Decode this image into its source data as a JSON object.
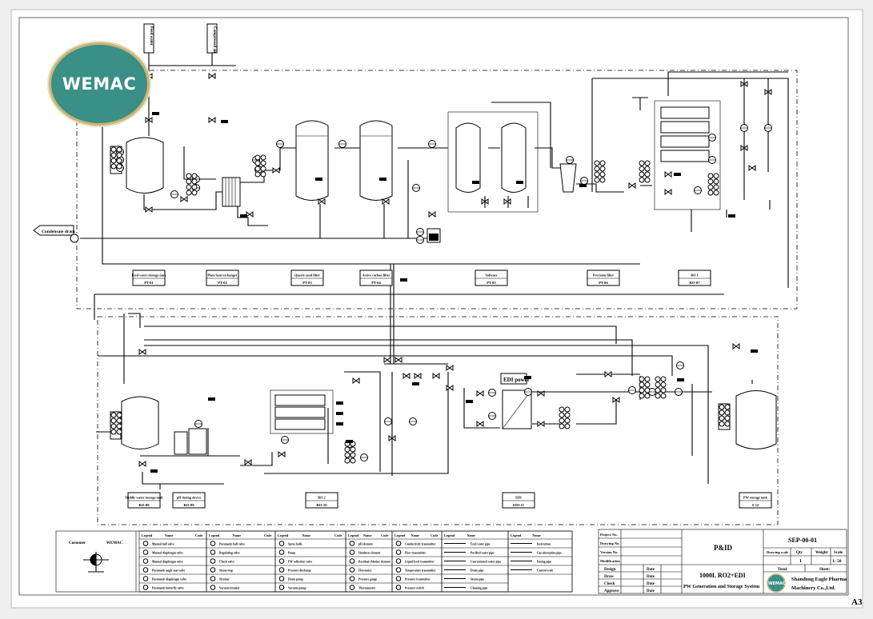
{
  "sheet": {
    "size": "A3"
  },
  "brand": {
    "logo_text": "WEMAC"
  },
  "streams": {
    "feed_water": "Feed water",
    "compressed_air": "Compressed air",
    "condensate": "Condensate drain"
  },
  "equipment_labels": [
    {
      "name": "Feed water storage tank",
      "code": "PT-01"
    },
    {
      "name": "Plate heat exchanger",
      "code": "PT-02"
    },
    {
      "name": "Quartz sand filter",
      "code": "PT-03"
    },
    {
      "name": "Active carbon filter",
      "code": "PT-04"
    },
    {
      "name": "Softener",
      "code": "PT-05"
    },
    {
      "name": "Precision filter",
      "code": "PT-06"
    },
    {
      "name": "RO 1",
      "code": "RO-07"
    },
    {
      "name": "Middle water storage tank",
      "code": "RO-08"
    },
    {
      "name": "pH dosing device",
      "code": "RO-09"
    },
    {
      "name": "RO 2",
      "code": "RO-10"
    },
    {
      "name": "EDI",
      "code": "EDI-11"
    },
    {
      "name": "PW storage tank",
      "code": "S-12"
    }
  ],
  "edi_power_label": "EDI power",
  "title_block": {
    "project_no": "Project No.",
    "drawing_no": "Drawing No.",
    "version_no": "Version No.",
    "modification": "Modification",
    "design": "Design",
    "draw": "Draw",
    "check": "Check",
    "approve": "Approve",
    "date": "Date",
    "drawing_type": "P&ID",
    "drawing_code": "SEP-00-01",
    "drawing_scale_hdr": "Drawing scale",
    "qty_hdr": "Qty",
    "weight_hdr": "Weight",
    "scale_hdr": "Scale",
    "qty_val": "1",
    "scale_val": "1: 50",
    "total_hdr": "Total:",
    "sheet_hdr": "Sheet:",
    "title_line1": "1000L RO2+EDI",
    "title_line2": "PW Generation and Storage System",
    "company_line1": "Shandong Eagle Pharma",
    "company_line2": "Machinery Co.,Ltd.",
    "logo_small": "WEMAC"
  },
  "legend": {
    "customer_label": "Customer",
    "customer_value": "WEMAC",
    "headers": [
      "Legend",
      "Name",
      "Code"
    ],
    "col1": [
      "Manual ball valve",
      "Manual diaphragm valve",
      "Manual diaphragm valve",
      "Pneumatic angle seat valve",
      "Pneumatic diaphragm valve",
      "Pneumatic butterfly valve"
    ],
    "col2": [
      "Pneumatic ball valve",
      "Regulating valve",
      "Check valve",
      "Steam trap",
      "Strainer",
      "Vacuum breaker"
    ],
    "col3": [
      "Spray balls",
      "Pump",
      "PW collection valve",
      "Pressure discharge",
      "Drain pump",
      "Vacuum pump"
    ],
    "col4": [
      "pH element",
      "Hardness element",
      "Residual chlorine element",
      "Flowmeter",
      "Pressure gauge",
      "Thermometer"
    ],
    "col5": [
      "Conductivity transmitter",
      "Flow transmitter",
      "Liquid level transmitter",
      "Temperature transmitter",
      "Pressure transmitter",
      "Pressure switch"
    ],
    "col6": [
      "Feed water pipe",
      "Purified water pipe",
      "Concentrated water pipe",
      "Drain pipe",
      "Steam pipe",
      "Cleaning pipe"
    ],
    "col7": [
      "Instruction",
      "Gas absorption pipe",
      "Dosing pipe",
      "Control scale"
    ]
  }
}
